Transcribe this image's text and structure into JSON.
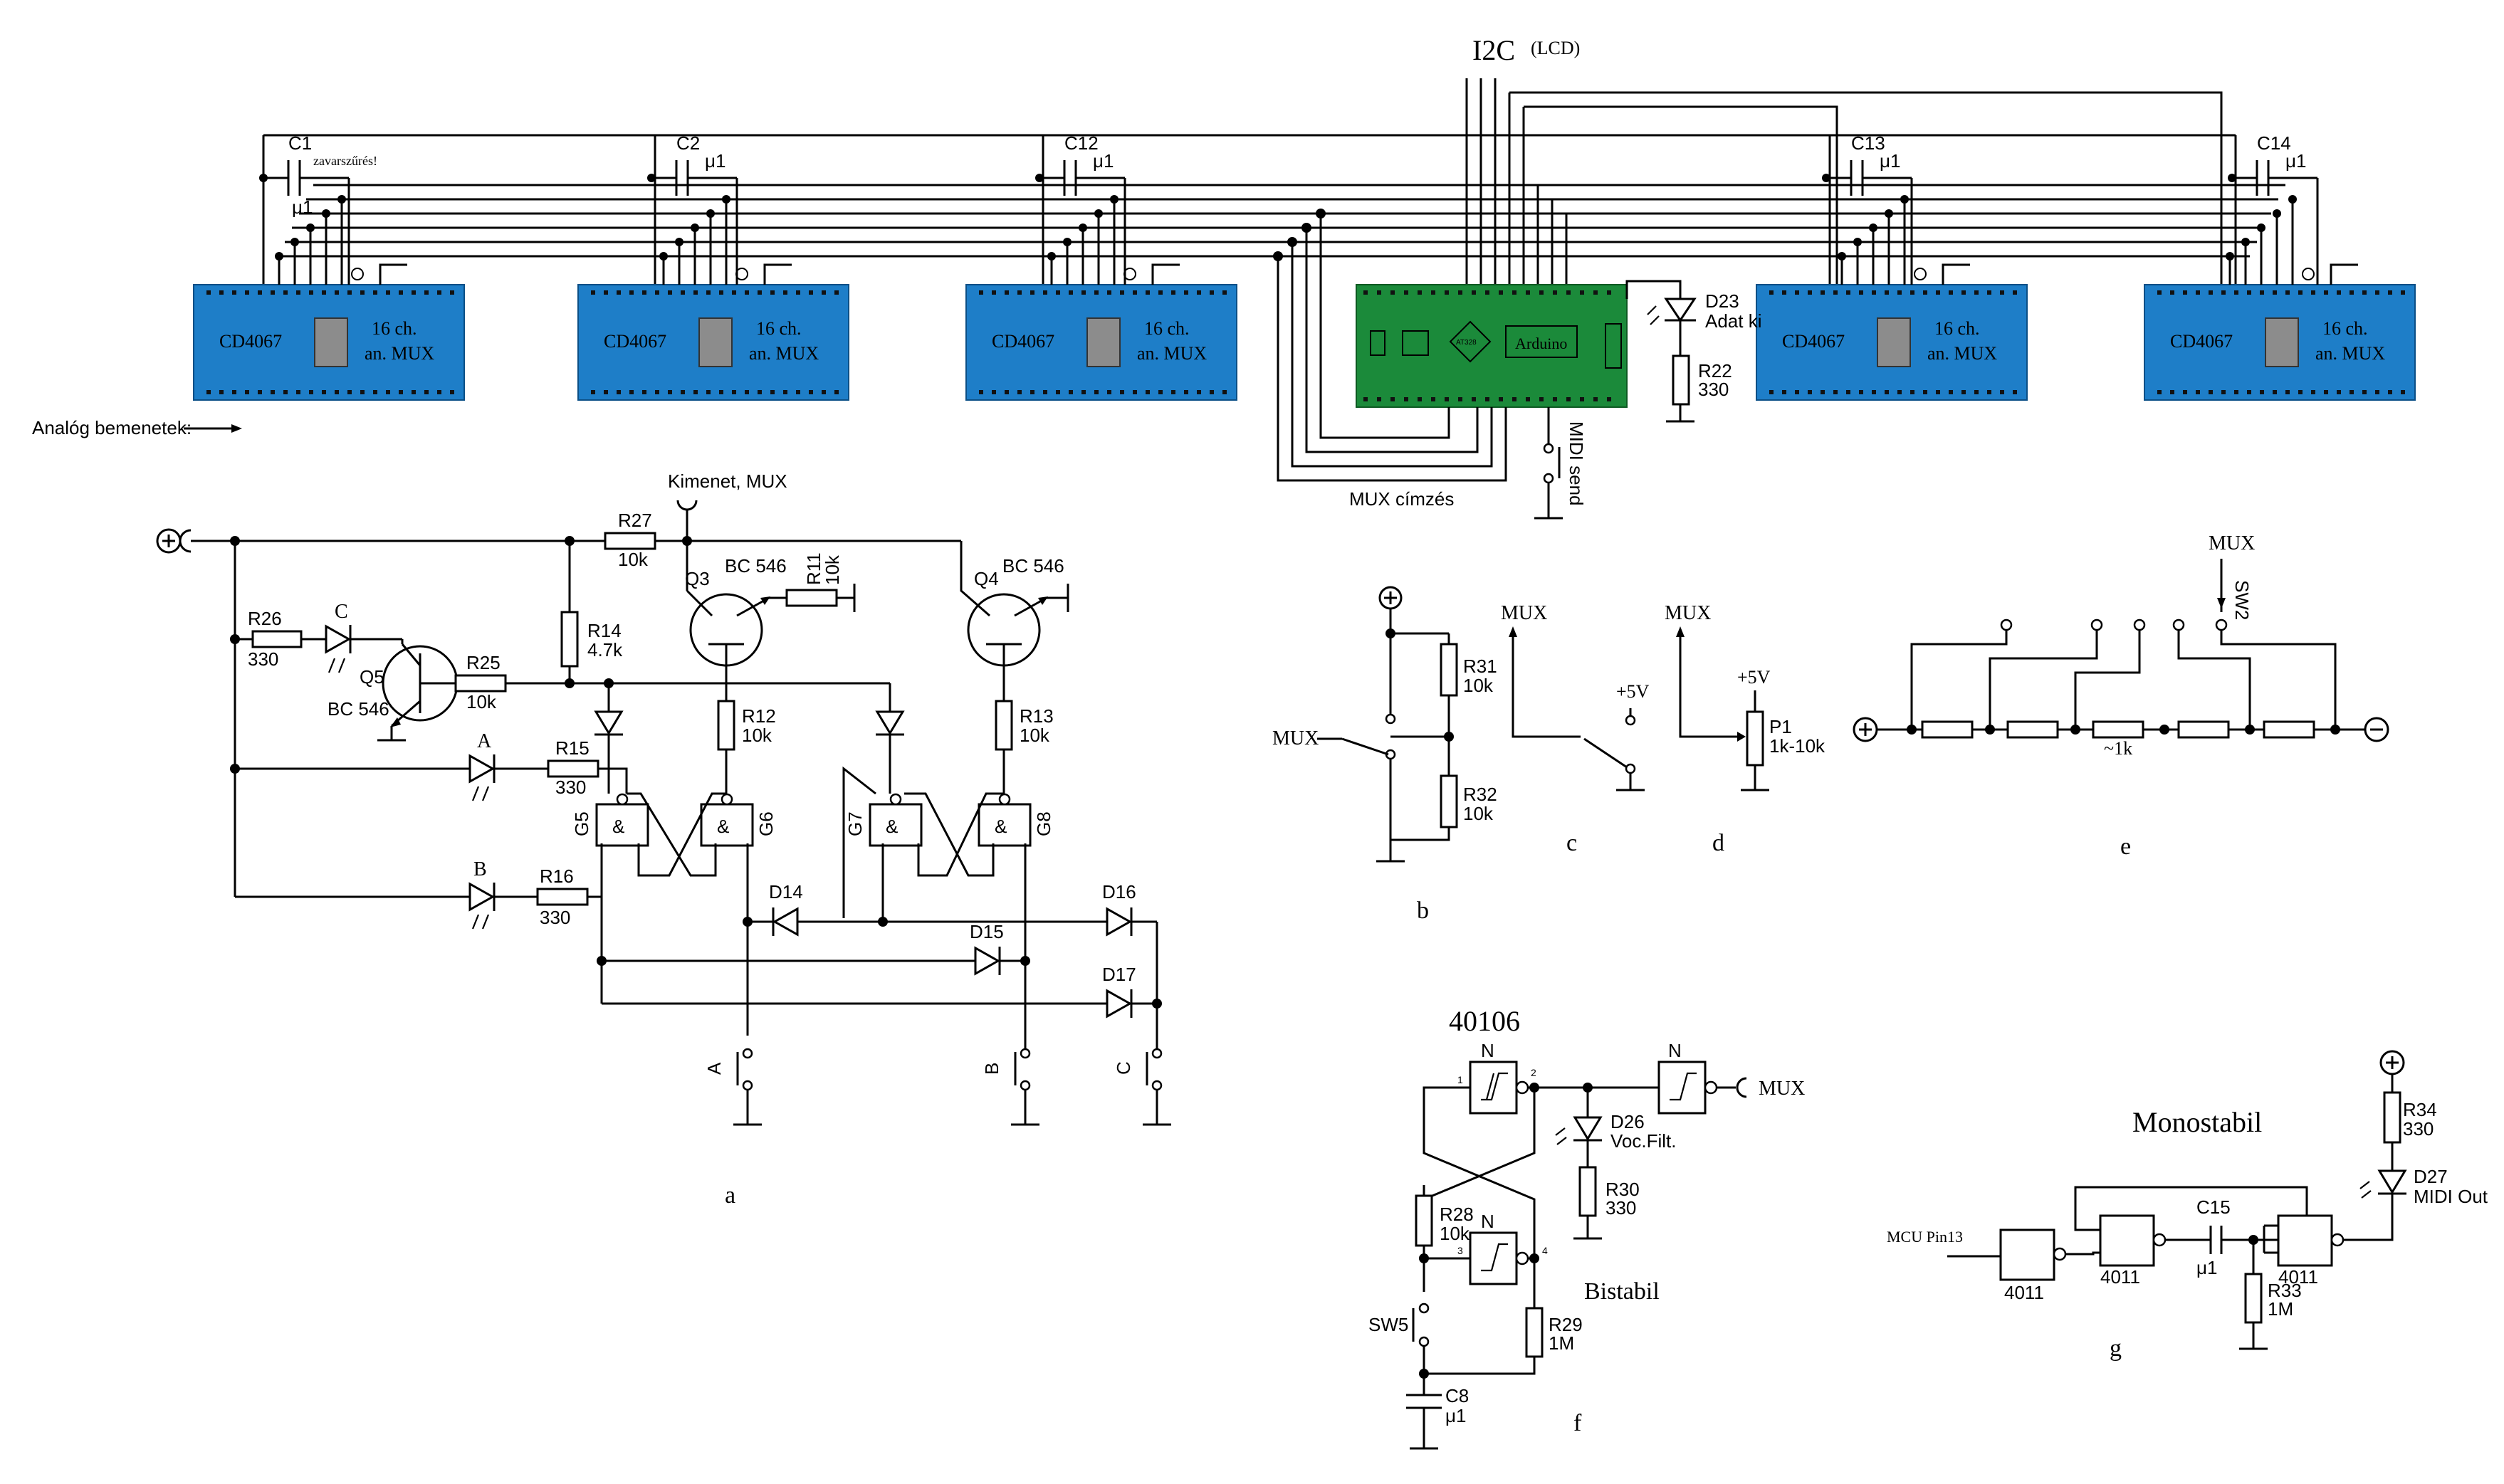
{
  "top": {
    "i2c_label": "I2C",
    "lcd_label": "(LCD)",
    "analog_inputs_label": "Analóg bemenetek:",
    "mux_addressing_label": "MUX címzés",
    "midi_send_label": "MIDI send",
    "mux_chip_name": "CD4067",
    "mux_desc_line1": "16 ch.",
    "mux_desc_line2": "an. MUX",
    "arduino_label": "Arduino",
    "atmega_label": "AT328",
    "capacitors": [
      {
        "name": "C1",
        "value": "μ1",
        "note": "zavarszűrés!"
      },
      {
        "name": "C2",
        "value": "μ1"
      },
      {
        "name": "C12",
        "value": "μ1"
      },
      {
        "name": "C13",
        "value": "μ1"
      },
      {
        "name": "C14",
        "value": "μ1"
      }
    ],
    "d23": {
      "name": "D23",
      "desc": "Adat ki"
    },
    "r22": {
      "name": "R22",
      "value": "330"
    }
  },
  "panel_a": {
    "label": "a",
    "output_label": "Kimenet, MUX",
    "r27": {
      "name": "R27",
      "value": "10k"
    },
    "r26": {
      "name": "R26",
      "value": "330"
    },
    "r14": {
      "name": "R14",
      "value": "4.7k"
    },
    "r25": {
      "name": "R25",
      "value": "10k"
    },
    "r11": {
      "name": "R11",
      "value": "10k"
    },
    "r12": {
      "name": "R12",
      "value": "10k"
    },
    "r13": {
      "name": "R13",
      "value": "10k"
    },
    "r15": {
      "name": "R15",
      "value": "330"
    },
    "r16": {
      "name": "R16",
      "value": "330"
    },
    "q3": {
      "name": "Q3",
      "type": "BC 546"
    },
    "q4": {
      "name": "Q4",
      "type": "BC 546"
    },
    "q5": {
      "name": "Q5",
      "type": "BC 546"
    },
    "led_a": "A",
    "led_b": "B",
    "led_c": "C",
    "g5": "G5",
    "g6": "G6",
    "g7": "G7",
    "g8": "G8",
    "gate_symbol": "&",
    "d14": "D14",
    "d15": "D15",
    "d16": "D16",
    "d17": "D17",
    "sw_a": "A",
    "sw_b": "B",
    "sw_c": "C"
  },
  "panel_b": {
    "label": "b",
    "mux": "MUX",
    "r31": {
      "name": "R31",
      "value": "10k"
    },
    "r32": {
      "name": "R32",
      "value": "10k"
    }
  },
  "panel_c": {
    "label": "c",
    "mux": "MUX",
    "vplus": "+5V"
  },
  "panel_d": {
    "label": "d",
    "mux": "MUX",
    "vplus": "+5V",
    "p1": {
      "name": "P1",
      "value": "1k-10k"
    }
  },
  "panel_e": {
    "label": "e",
    "mux": "MUX",
    "sw2": "SW2",
    "r_value": "~1k"
  },
  "panel_f": {
    "label": "f",
    "title": "40106",
    "gate_label": "N",
    "mux": "MUX",
    "bistable": "Bistabil",
    "pin1": "1",
    "pin2": "2",
    "pin3": "3",
    "pin4": "4",
    "d26": {
      "name": "D26",
      "desc": "Voc.Filt."
    },
    "r30": {
      "name": "R30",
      "value": "330"
    },
    "r28": {
      "name": "R28",
      "value": "10k"
    },
    "r29": {
      "name": "R29",
      "value": "1M"
    },
    "sw5": "SW5",
    "c8": {
      "name": "C8",
      "value": "μ1"
    }
  },
  "panel_g": {
    "label": "g",
    "title": "Monostabil",
    "mcu_pin": "MCU Pin13",
    "ic": "4011",
    "c15": {
      "name": "C15",
      "value": "μ1"
    },
    "r33": {
      "name": "R33",
      "value": "1M"
    },
    "r34": {
      "name": "R34",
      "value": "330"
    },
    "d27": {
      "name": "D27",
      "desc": "MIDI Out"
    }
  },
  "colors": {
    "mux_board": "#1e7ec8",
    "arduino_board": "#1b8a3a",
    "chip": "#8c8c8c",
    "wire": "#000000"
  }
}
